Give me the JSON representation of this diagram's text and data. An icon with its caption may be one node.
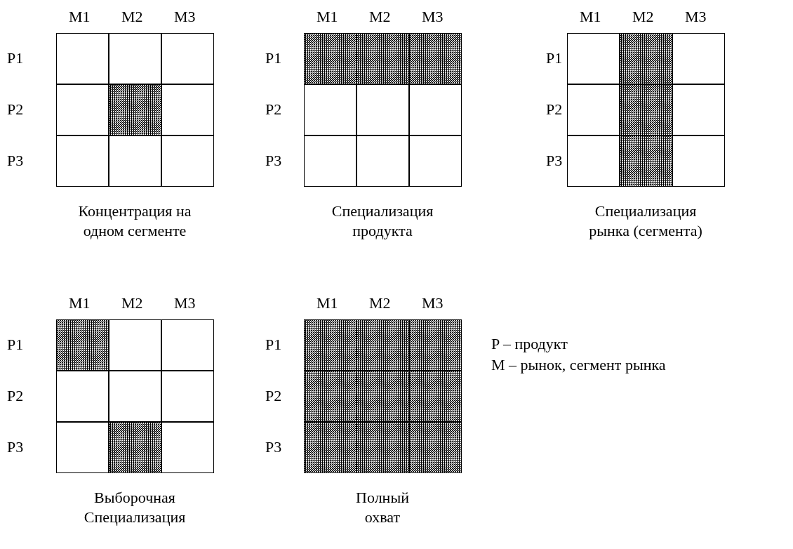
{
  "diagram": {
    "nodes": [
      {
        "text": [
          "Концентрация на одном сегменте"
        ],
        "beside": [
          "M1",
          "M2",
          "M3",
          "P1",
          "P2",
          "P3"
        ]
      },
      {
        "text": [],
        "shape": "box",
        "in": 0
      },
      {
        "text": [],
        "shape": "box",
        "in": 0
      },
      {
        "text": [],
        "shape": "box",
        "in": 0
      },
      {
        "text": [],
        "shape": "box",
        "in": 0
      },
      {
        "text": [],
        "shape": "box",
        "in": 0
      },
      {
        "text": [],
        "shape": "box",
        "in": 0
      },
      {
        "text": [],
        "shape": "box",
        "in": 0
      },
      {
        "text": [],
        "shape": "box",
        "in": 0
      },
      {
        "text": [],
        "shape": "box",
        "in": 0
      },
      {
        "text": [
          "Специализация продукта"
        ],
        "beside": [
          "M1",
          "M2",
          "M3",
          "P1",
          "P2",
          "P3"
        ]
      },
      {
        "text": [],
        "shape": "box",
        "in": 10
      },
      {
        "text": [],
        "shape": "box",
        "in": 10
      },
      {
        "text": [],
        "shape": "box",
        "in": 10
      },
      {
        "text": [],
        "shape": "box",
        "in": 10
      },
      {
        "text": [],
        "shape": "box",
        "in": 10
      },
      {
        "text": [],
        "shape": "box",
        "in": 10
      },
      {
        "text": [],
        "shape": "box",
        "in": 10
      },
      {
        "text": [],
        "shape": "box",
        "in": 10
      },
      {
        "text": [],
        "shape": "box",
        "in": 10
      },
      {
        "text": [
          "Специализация рынка (сегмента)"
        ],
        "beside": [
          "M1",
          "M2",
          "M3",
          "P1",
          "P2",
          "P3"
        ]
      },
      {
        "text": [],
        "shape": "box",
        "in": 20
      },
      {
        "text": [],
        "shape": "box",
        "in": 20
      },
      {
        "text": [],
        "shape": "box",
        "in": 20
      },
      {
        "text": [],
        "shape": "box",
        "in": 20
      },
      {
        "text": [],
        "shape": "box",
        "in": 20
      },
      {
        "text": [],
        "shape": "box",
        "in": 20
      },
      {
        "text": [],
        "shape": "box",
        "in": 20
      },
      {
        "text": [],
        "shape": "box",
        "in": 20
      },
      {
        "text": [],
        "shape": "box",
        "in": 20
      },
      {
        "text": [
          "Выборочная Специализация"
        ],
        "beside": [
          "M1",
          "M2",
          "M3",
          "P1",
          "P2",
          "P3"
        ]
      },
      {
        "text": [],
        "shape": "box",
        "in": 30
      },
      {
        "text": [],
        "shape": "box",
        "in": 30
      },
      {
        "text": [],
        "shape": "box",
        "in": 30
      },
      {
        "text": [],
        "shape": "box",
        "in": 30
      },
      {
        "text": [],
        "shape": "box",
        "in": 30
      },
      {
        "text": [],
        "shape": "box",
        "in": 30
      },
      {
        "text": [],
        "shape": "box",
        "in": 30
      },
      {
        "text": [],
        "shape": "box",
        "in": 30
      },
      {
        "text": [],
        "shape": "box",
        "in": 30
      },
      {
        "text": [
          "Полный охват"
        ],
        "beside": [
          "M1",
          "M2",
          "M3",
          "P1",
          "P2",
          "P3"
        ]
      },
      {
        "text": [],
        "shape": "box",
        "in": 40
      },
      {
        "text": [],
        "shape": "box",
        "in": 40
      },
      {
        "text": [],
        "shape": "box",
        "in": 40
      },
      {
        "text": [],
        "shape": "box",
        "in": 40
      },
      {
        "text": [],
        "shape": "box",
        "in": 40
      },
      {
        "text": [],
        "shape": "box",
        "in": 40
      },
      {
        "text": [],
        "shape": "box",
        "in": 40
      },
      {
        "text": [],
        "shape": "box",
        "in": 40
      },
      {
        "text": [],
        "shape": "box",
        "in": 40
      }
    ],
    "labels": [
      "P – продукт",
      "M – рынок, сегмент рынка"
    ]
  }
}
